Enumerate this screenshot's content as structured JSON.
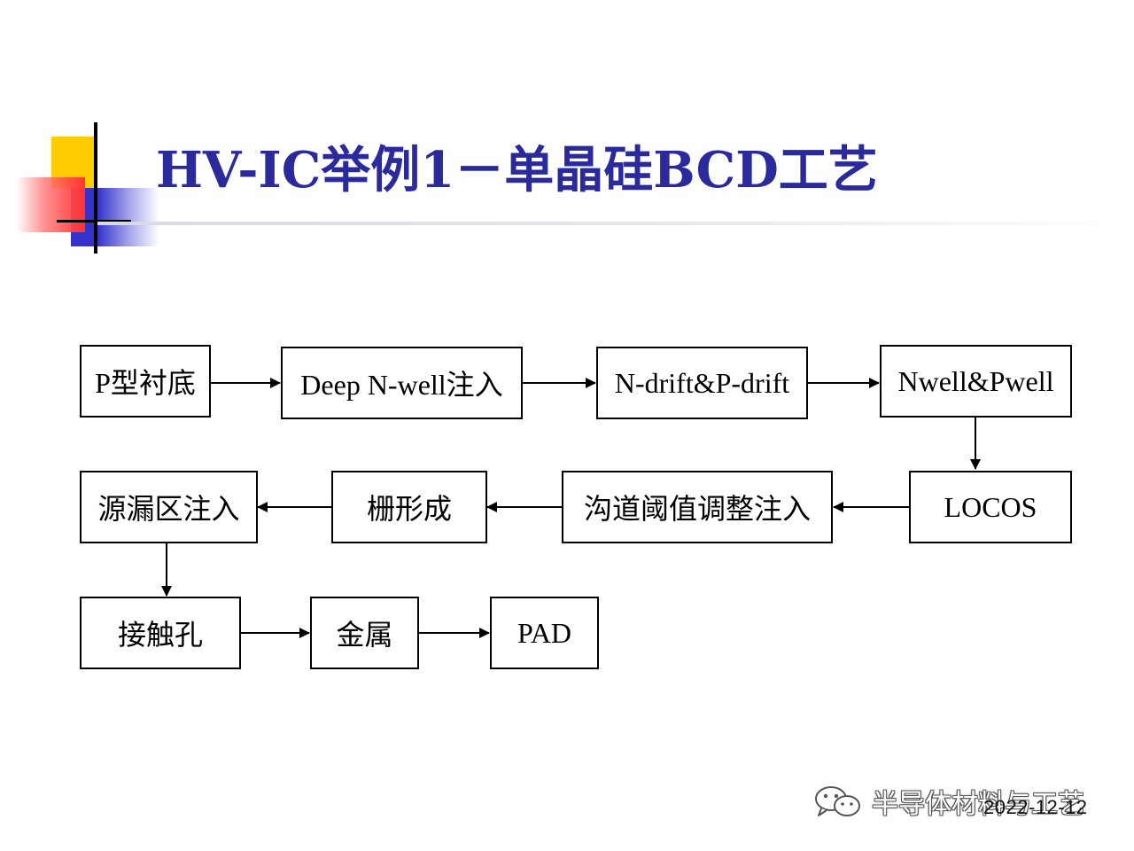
{
  "slide": {
    "title": "HV-IC举例1－单晶硅BCD工艺"
  },
  "flow": {
    "steps": [
      "P型衬底",
      "Deep N-well注入",
      "N-drift&P-drift",
      "Nwell&Pwell",
      "LOCOS",
      "沟道阈值调整注入",
      "栅形成",
      "源漏区注入",
      "接触孔",
      "金属",
      "PAD"
    ]
  },
  "watermark": {
    "account": "半导体材料与工艺",
    "date": "2022-12-12",
    "icon": "wechat-icon"
  },
  "colors": {
    "title": "#2a2a9c",
    "deco_yellow": "#ffcc00",
    "deco_blue": "#3333cc",
    "deco_red": "#ff3333",
    "box_border": "#000000"
  }
}
